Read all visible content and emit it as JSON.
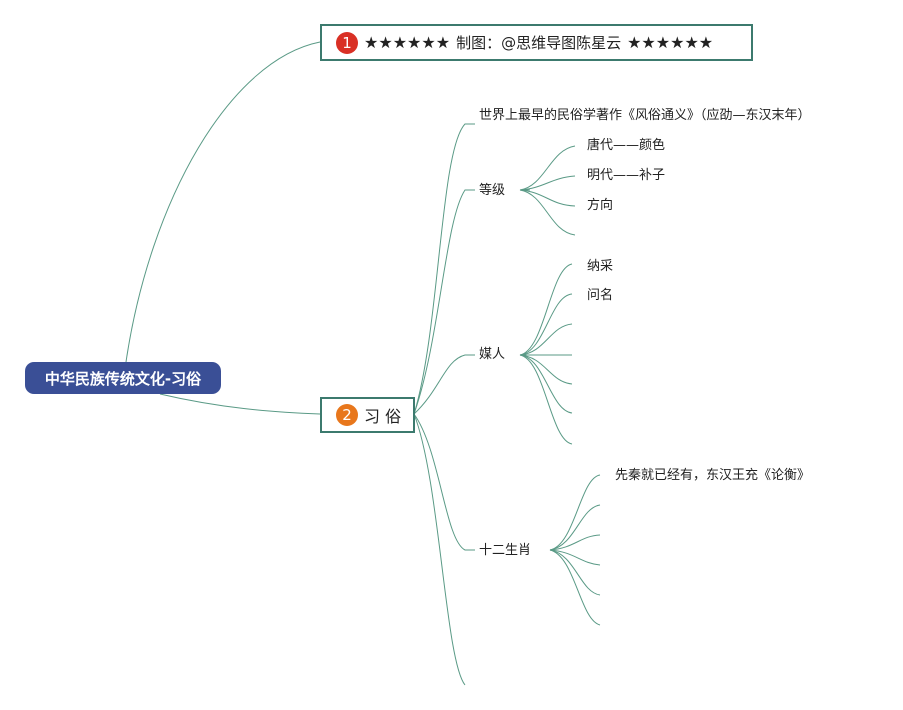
{
  "root": {
    "label": "中华民族传统文化-习俗"
  },
  "topic1": {
    "number": "1",
    "stars_left": "★★★★★★",
    "label": "制图：@思维导图陈星云",
    "stars_right": "★★★★★★"
  },
  "topic2": {
    "number": "2",
    "label": "习 俗"
  },
  "branches": {
    "earliest": "世界上最早的民俗学著作《风俗通义》（应劭—东汉末年）",
    "grade": {
      "label": "等级",
      "children": [
        "唐代——颜色",
        "明代——补子",
        "方向"
      ]
    },
    "matchmaker": {
      "label": "媒人",
      "children": [
        "纳采",
        "问名"
      ]
    },
    "zodiac": {
      "label": "十二生肖",
      "children": [
        "先秦就已经有，东汉王充《论衡》"
      ]
    }
  },
  "colors": {
    "line": "#5a9a86",
    "box_border": "#3c7a6e",
    "root_fill": "#3a4f96",
    "badge1": "#d93025",
    "badge2": "#e8771c"
  }
}
